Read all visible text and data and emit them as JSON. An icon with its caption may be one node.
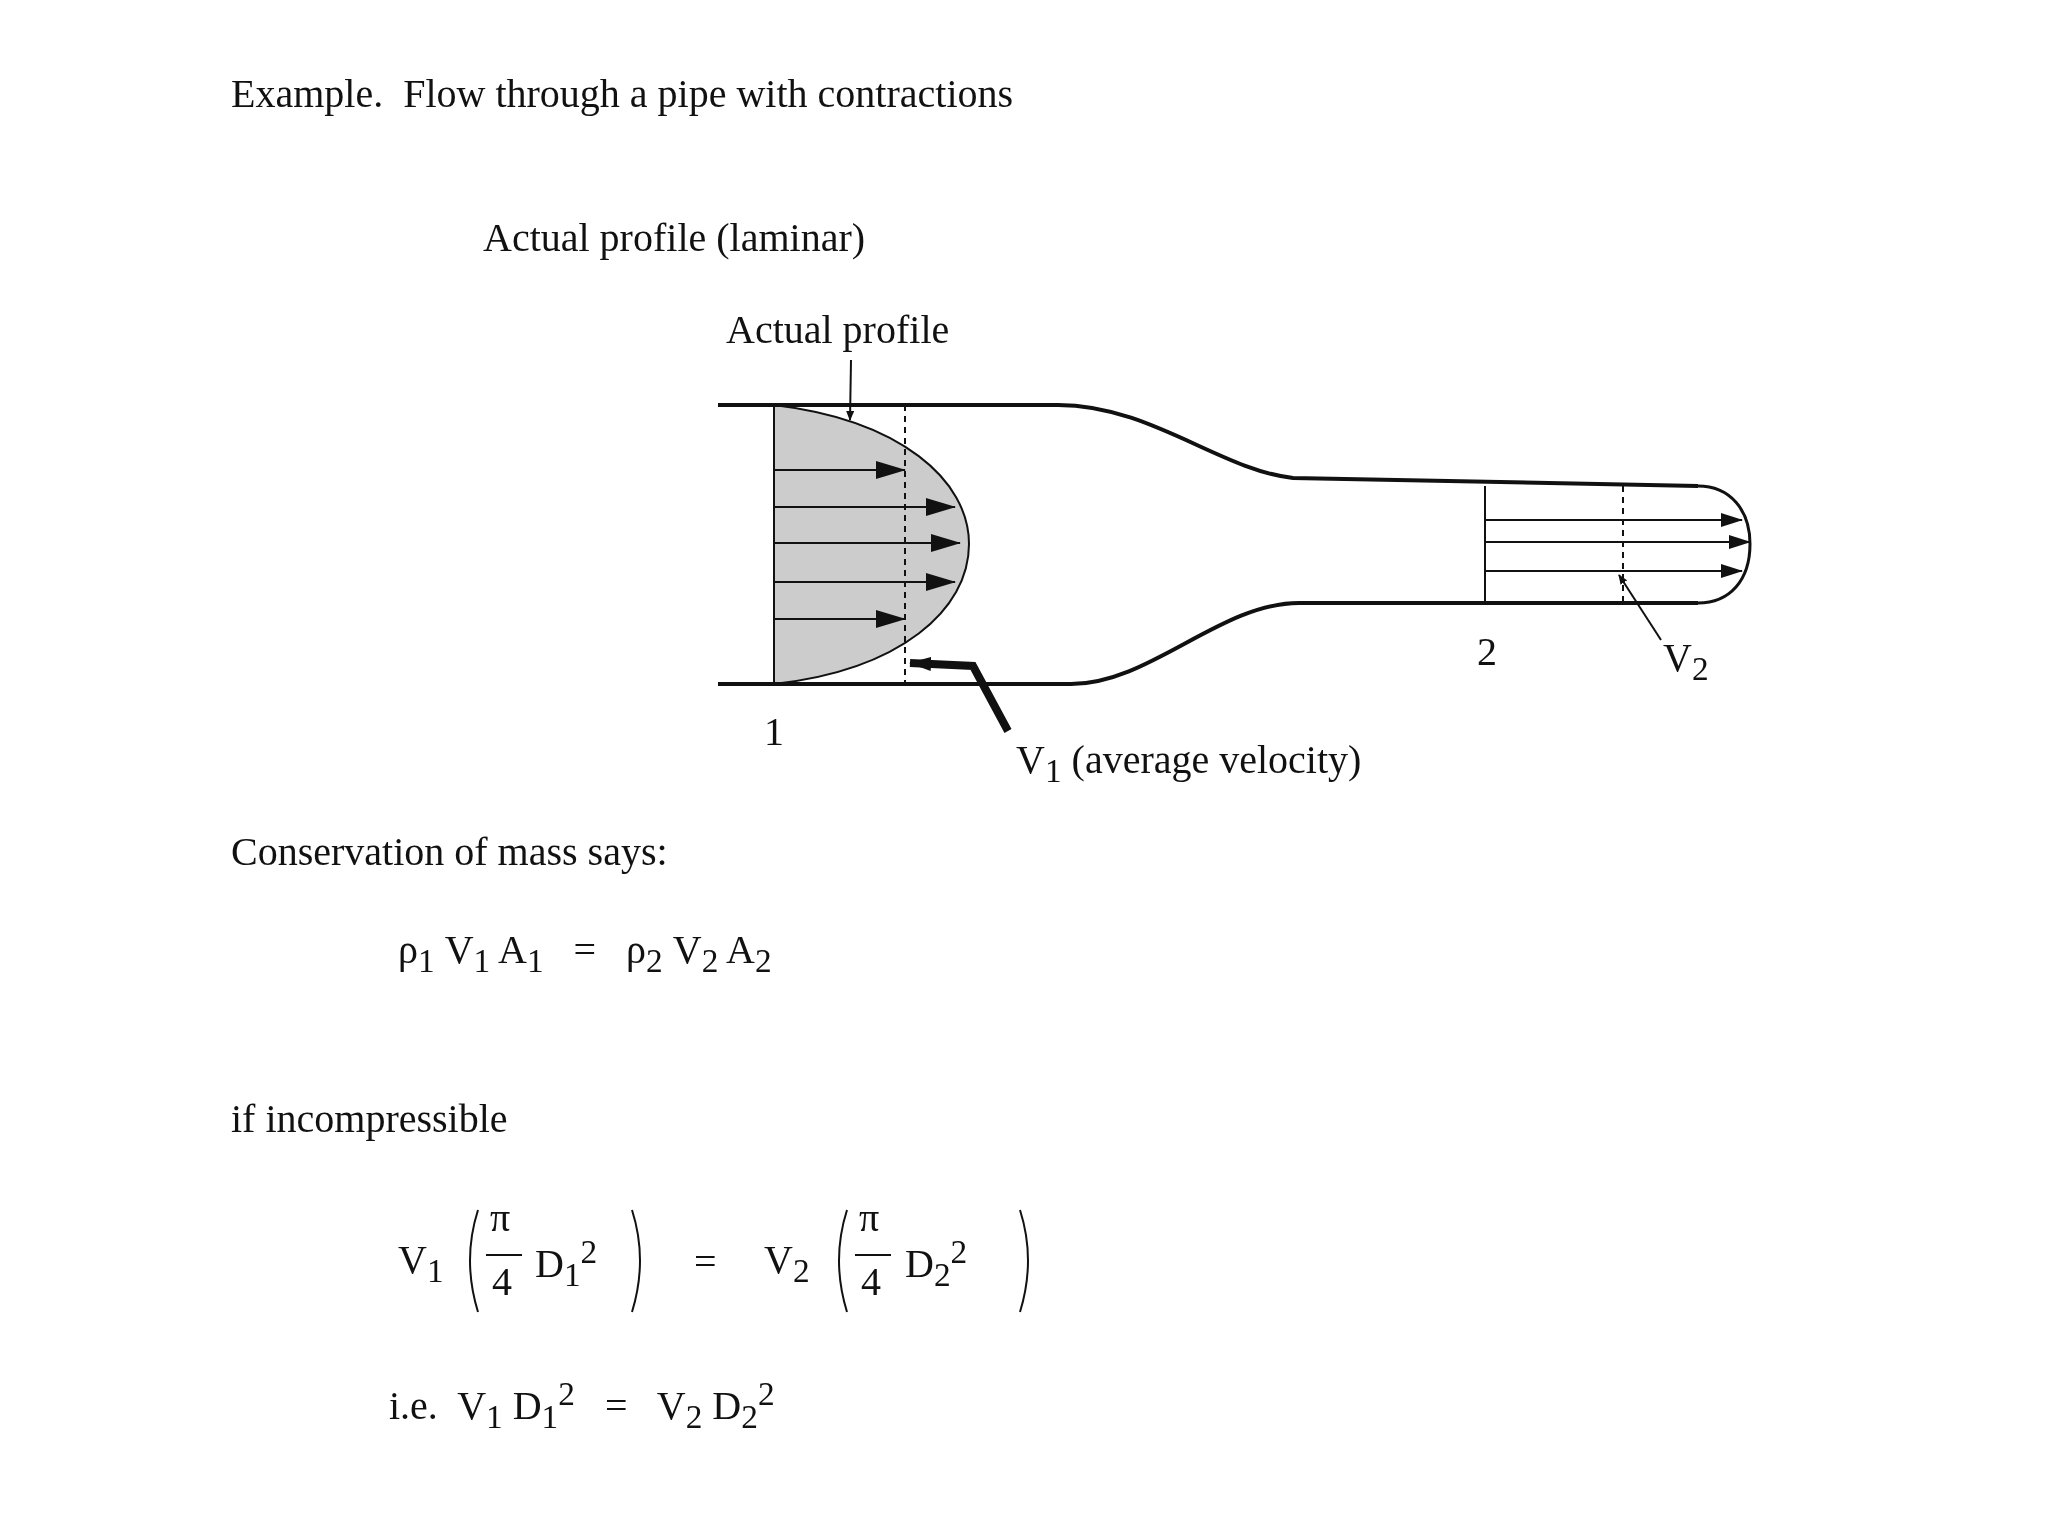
{
  "diagram": {
    "title": "Example.  Flow through a pipe with contractions",
    "nodes": [
      {
        "text": [
          "Actual profile"
        ]
      },
      {
        "text": [
          "V$_{1}$ (average velocity)"
        ]
      },
      {
        "text": [
          "V$_{2}$"
        ]
      }
    ],
    "edges": [
      {
        "from": 0,
        "to": null,
        "arrow": "to"
      },
      {
        "from": 1,
        "to": null,
        "arrow": "to",
        "style": "thick"
      },
      {
        "from": 2,
        "to": null,
        "arrow": "to"
      }
    ],
    "labels": [
      "Actual profile (laminar)",
      "1",
      "2",
      "Conservation of mass says:",
      "ρ$_{1}$ V$_{1}$ A$_{1}$   =   ρ$_{2}$ V$_{2}$ A$_{2}$",
      "if incompressible",
      "V$_{1}$",
      "π",
      "4",
      "D$_{1}$$^{2}$",
      "=",
      "V$_{2}$",
      "π",
      "4",
      "D$_{2}$$^{2}$",
      "i.e.  V$_{1}$ D$_{1}$$^{2}$   =   V$_{2}$ D$_{2}$$^{2}$"
    ]
  }
}
